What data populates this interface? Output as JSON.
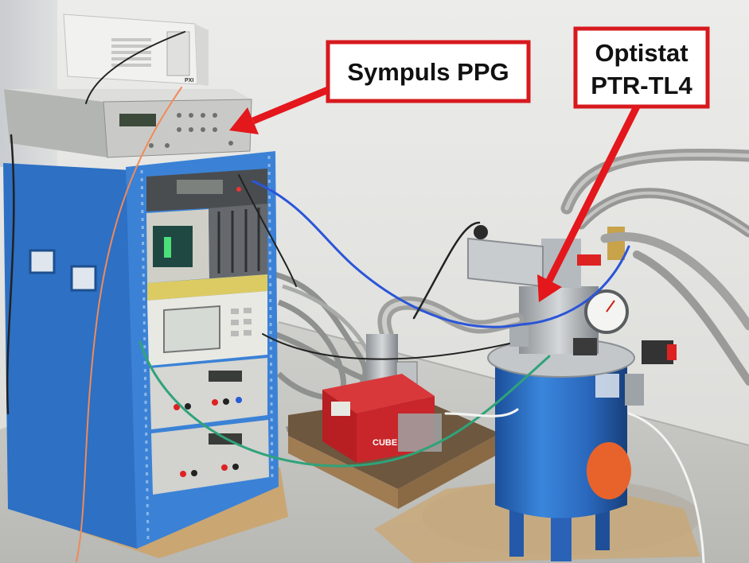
{
  "annotations": {
    "sympuls": "Sympuls PPG",
    "optistat_line1": "Optistat",
    "optistat_line2": "PTR-TL4"
  },
  "equipment_text": {
    "chassis_label": "PXI",
    "pump_label": "CUBE"
  },
  "colors": {
    "annotation_border": "#d7191e",
    "annotation_fill": "#ffffff",
    "arrow": "#e3171c",
    "rack_blue": "#3b82d6",
    "cryostat_blue": "#2f6fc8",
    "pump_red": "#c8262a"
  }
}
